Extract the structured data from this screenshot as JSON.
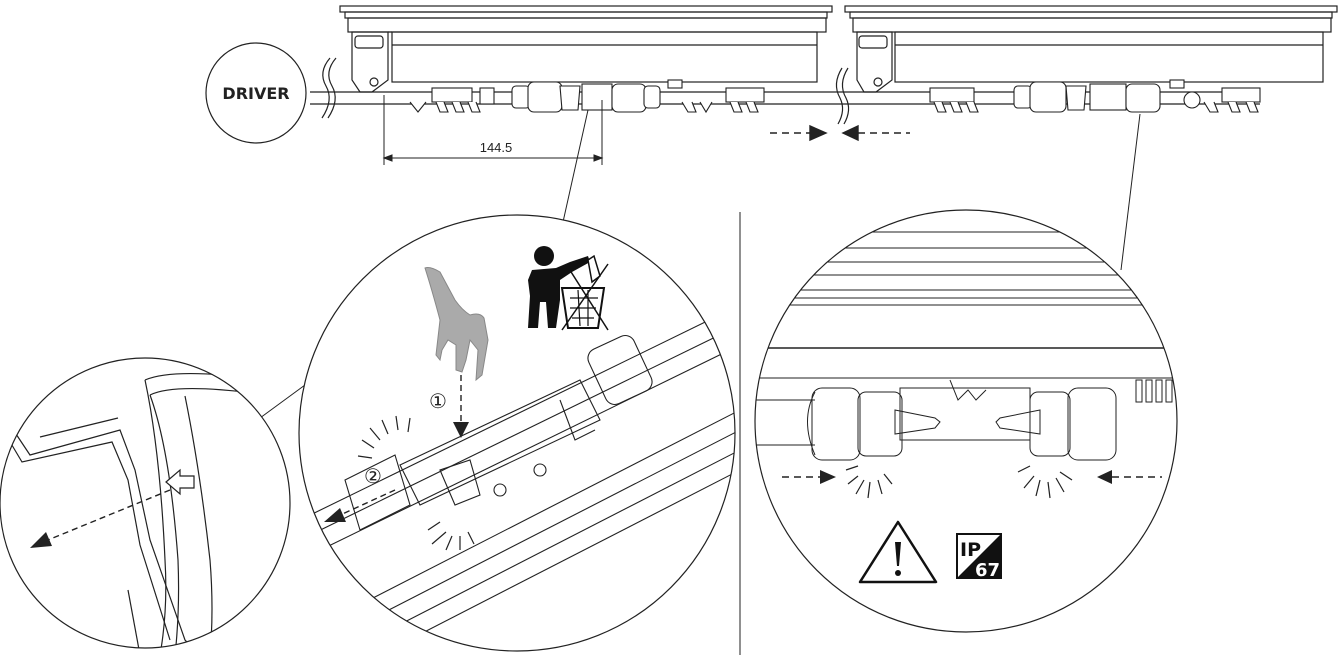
{
  "driver": {
    "label": "DRIVER"
  },
  "dimension": {
    "value": "144.5"
  },
  "steps": {
    "step1": "①",
    "step2": "②"
  },
  "ip_rating": {
    "top": "IP",
    "bottom": "67"
  },
  "icons": [
    "warning-triangle-icon",
    "no-litter-icon",
    "ip67-icon"
  ]
}
